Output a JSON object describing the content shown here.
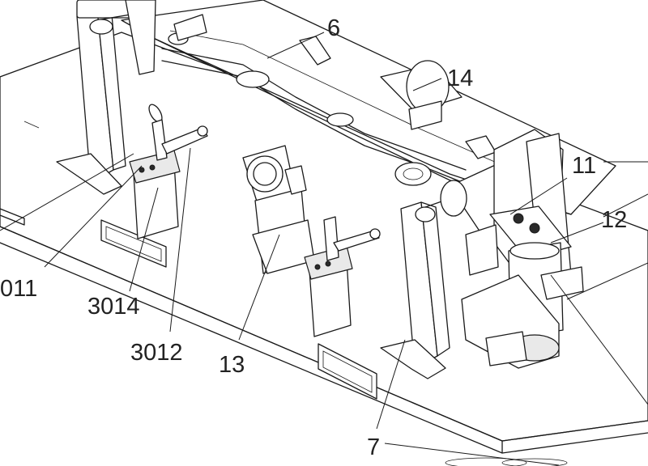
{
  "labels": {
    "l6": "6",
    "l14": "14",
    "l11": "11",
    "l12": "12",
    "l3011": "011",
    "l3014": "3014",
    "l3012": "3012",
    "l13": "13",
    "l7": "7"
  }
}
